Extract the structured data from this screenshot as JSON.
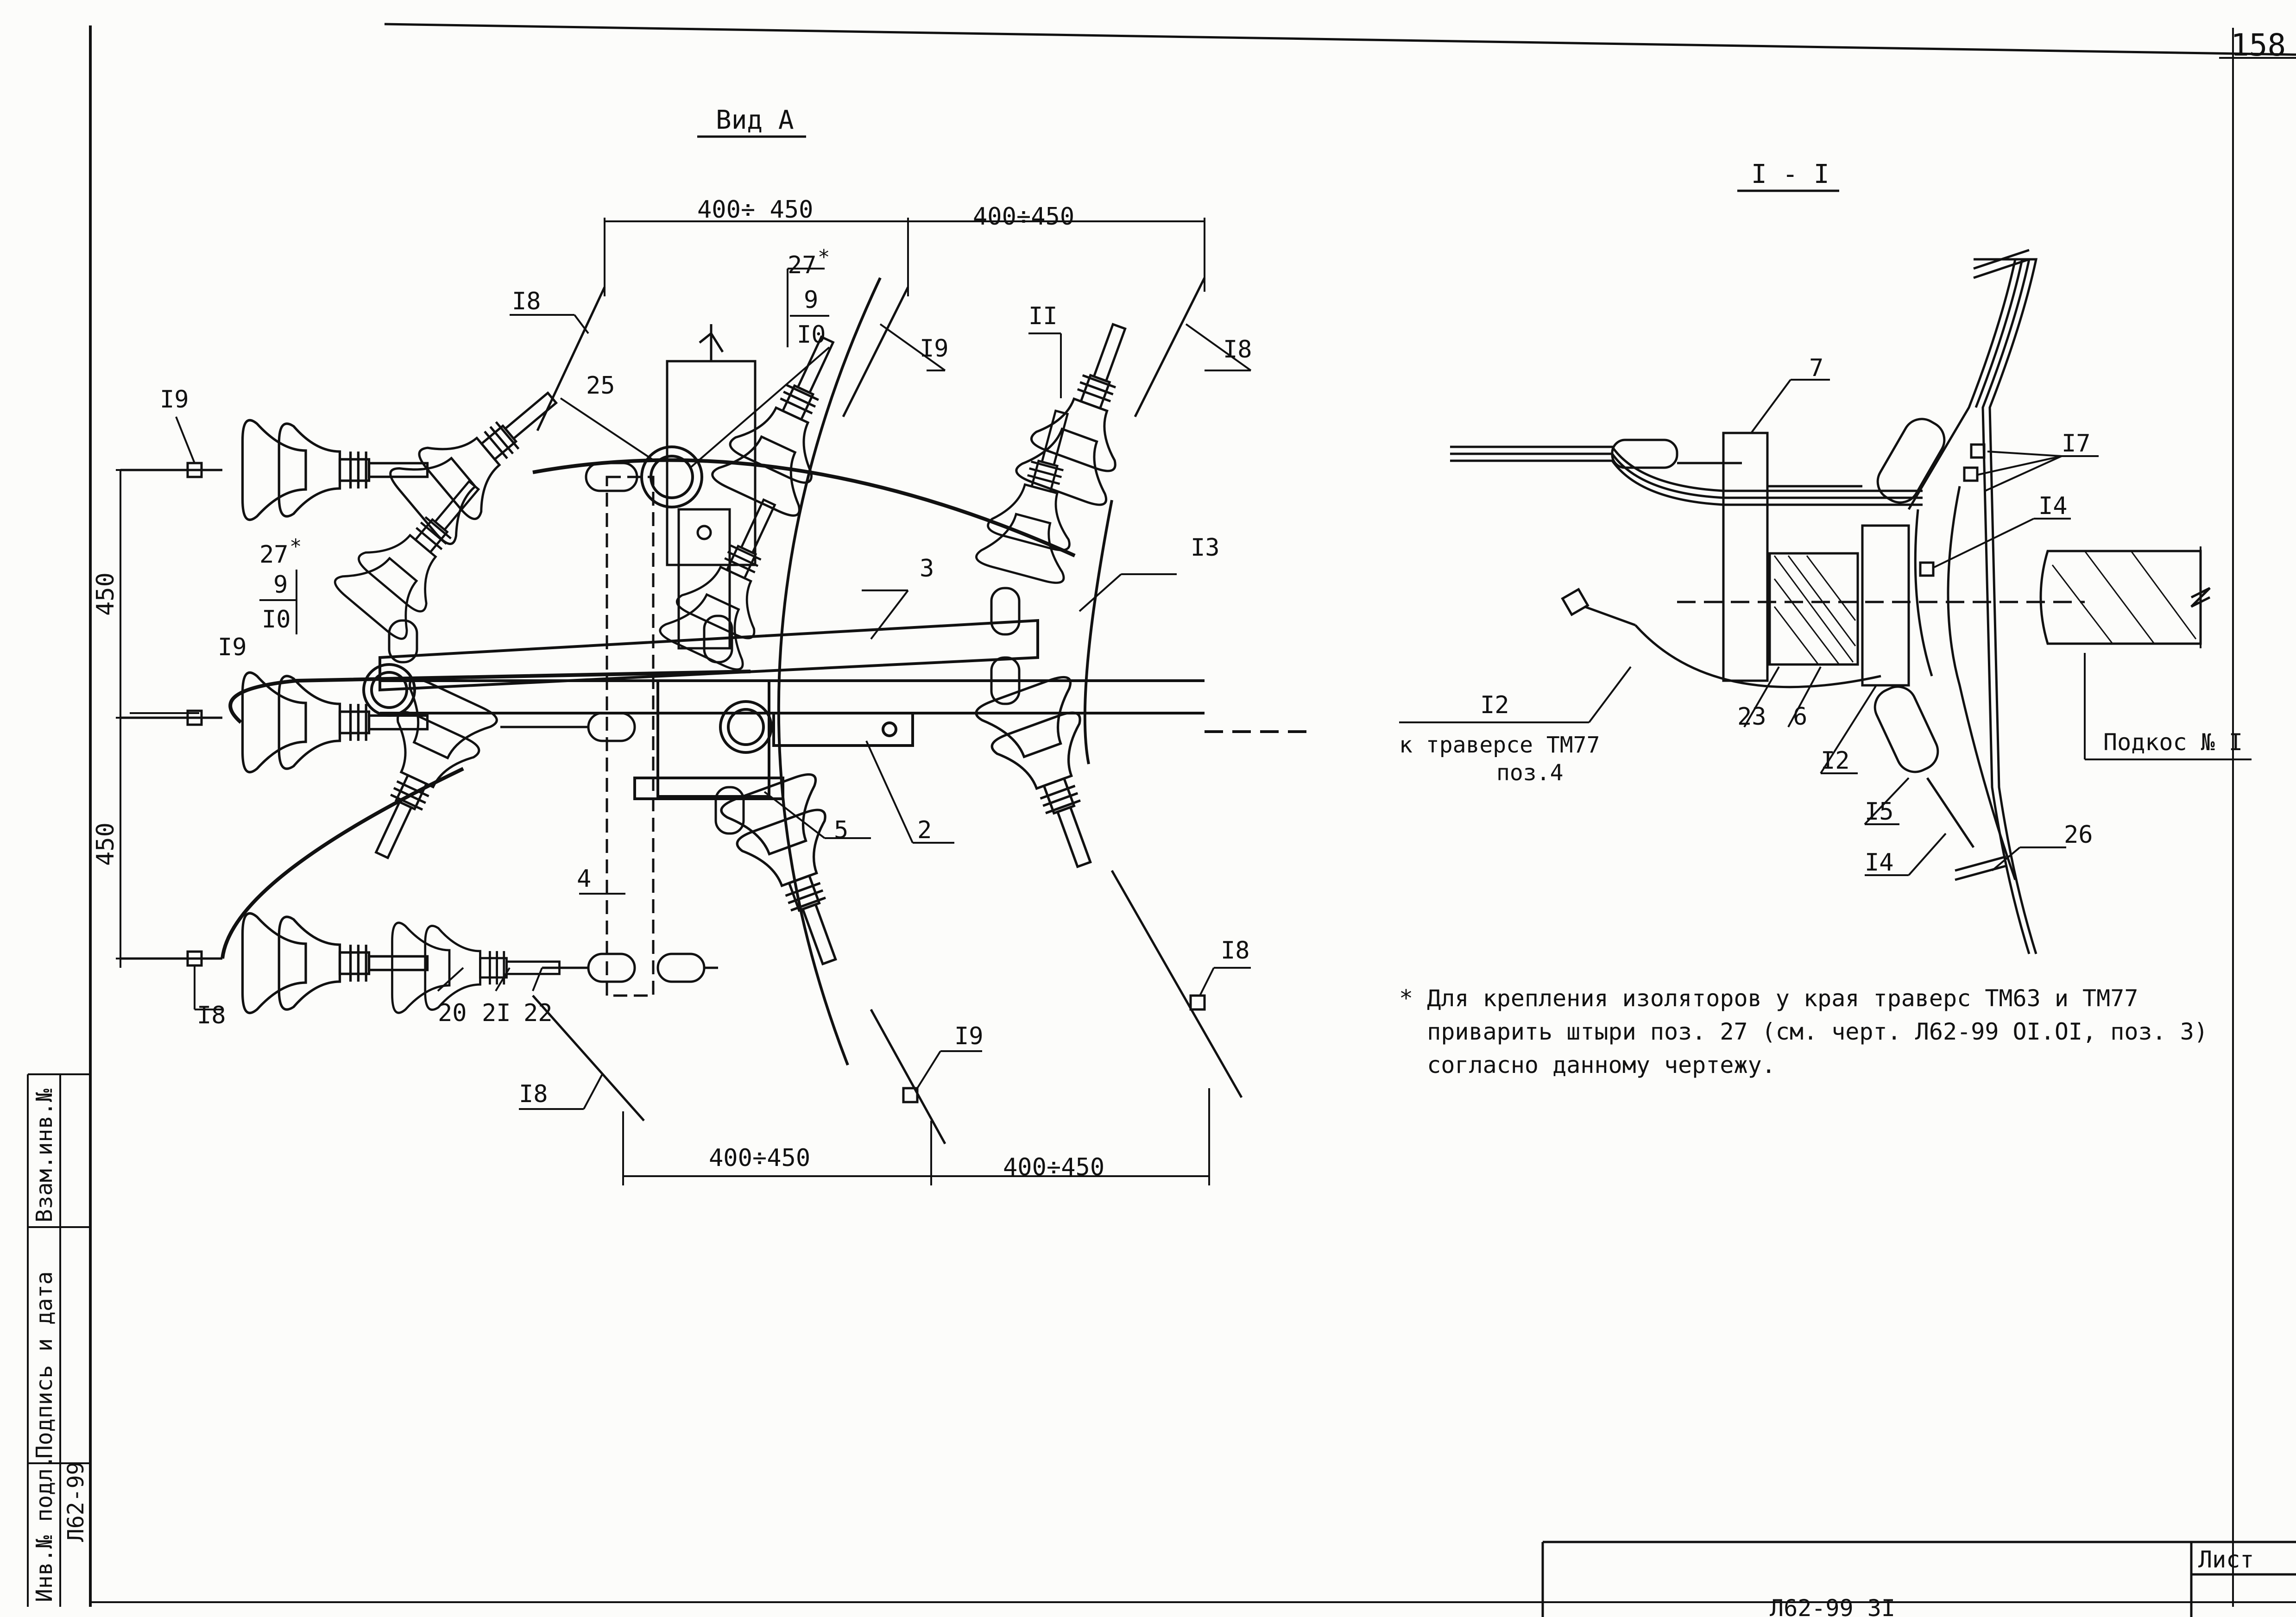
{
  "sheet_number": "158",
  "view_a": {
    "title": "Вид А",
    "dims": {
      "top_left": "400÷ 450",
      "top_right": "400÷450",
      "bottom_left": "400÷450",
      "bottom_right": "400÷450",
      "vertical_top": "450",
      "vertical_bottom": "450"
    },
    "callouts": {
      "p18_top": "I8",
      "p19_top": "I9",
      "p18_top_right": "I8",
      "p11": "II",
      "p25": "25",
      "p27_top": "27",
      "p9_top": "9",
      "p10_top": "I0",
      "p19_left_top": "I9",
      "p27_left": "27",
      "p9_left": "9",
      "p10_left": "I0",
      "p19_left_mid": "I9",
      "p3": "3",
      "p13": "I3",
      "p5": "5",
      "p2": "2",
      "p4": "4",
      "p18_left_bottom": "I8",
      "p20": "20",
      "p21": "2I",
      "p22": "22",
      "p18_bottom": "I8",
      "p19_bottom": "I9",
      "p18_right_bottom": "I8"
    },
    "asterisk": "*"
  },
  "section_11": {
    "title": "I - I",
    "callouts": {
      "p7": "7",
      "p17": "I7",
      "p14_top": "I4",
      "p12_top": "I2",
      "p23": "23",
      "p6": "6",
      "p12_bottom": "I2",
      "p15": "I5",
      "p14_bottom": "I4",
      "p26": "26"
    },
    "to_traverse_line1": "к траверсе ТМ77",
    "to_traverse_line2": "поз.4",
    "brace_label": "Подкос № I"
  },
  "note": {
    "marker": "*",
    "line1": "Для крепления изоляторов у края траверс ТМ63 и ТМ77",
    "line2": "приварить штыри поз. 27 (см. черт. Л62-99 ОI.ОI, поз. 3)",
    "line3": "согласно данному чертежу."
  },
  "side_stamp": {
    "inv_orig": "Инв.№ подл.",
    "signature_date": "Подпись и дата",
    "substitute_inv": "Взам.инв.№",
    "code": "Л62-99"
  },
  "title_block": {
    "code": "Л62-99 ЗI",
    "sheet_label": "Лист"
  }
}
